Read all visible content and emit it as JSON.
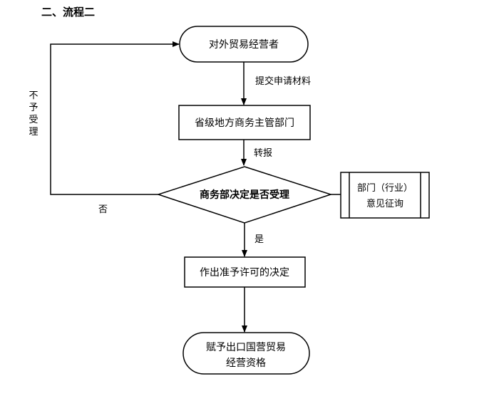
{
  "heading": "二、流程二",
  "nodes": {
    "operator": "对外贸易经营者",
    "provincial": "省级地方商务主管部门",
    "decision": "商务部决定是否受理",
    "side_line1": "部门（行业）",
    "side_line2": "意见征询",
    "permit": "作出准予许可的决定",
    "grant_line1": "赋予出口国营贸易",
    "grant_line2": "经营资格"
  },
  "edges": {
    "submit": "提交申请材料",
    "forward": "转报",
    "yes": "是",
    "no": "否",
    "reject": "不予受理"
  }
}
